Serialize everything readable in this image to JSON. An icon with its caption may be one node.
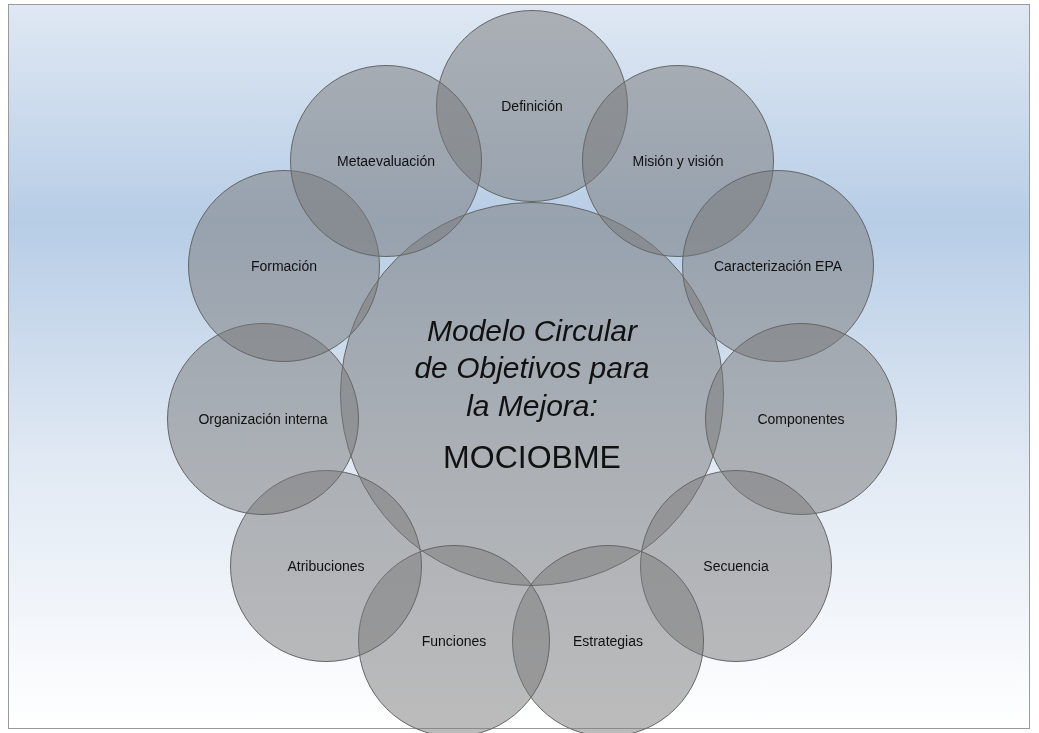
{
  "diagram": {
    "nodes": [
      {
        "text": [
          "Modelo Circular de Objetivos para la Mejora:",
          "MOCIOBME"
        ]
      },
      {
        "text": [
          "Definición"
        ]
      },
      {
        "text": [
          "Misión y visión"
        ]
      },
      {
        "text": [
          "Caracterización EPA"
        ]
      },
      {
        "text": [
          "Componentes"
        ]
      },
      {
        "text": [
          "Secuencia"
        ]
      },
      {
        "text": [
          "Estrategias"
        ]
      },
      {
        "text": [
          "Funciones"
        ]
      },
      {
        "text": [
          "Atribuciones"
        ]
      },
      {
        "text": [
          "Organización interna"
        ]
      },
      {
        "text": [
          "Formación"
        ]
      },
      {
        "text": [
          "Metaevaluación"
        ]
      }
    ],
    "edges": []
  }
}
